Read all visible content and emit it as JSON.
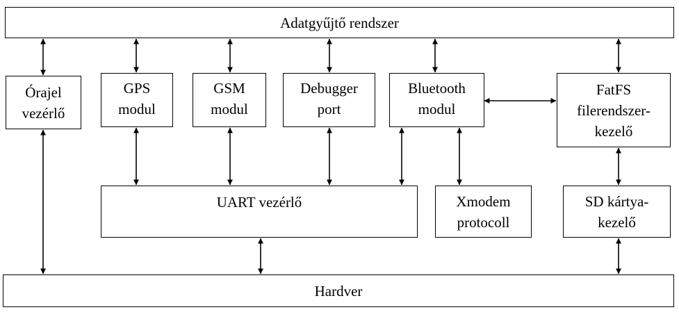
{
  "diagram": {
    "top_bar": {
      "label": "Adatgyűjtő rendszer"
    },
    "bottom_bar": {
      "label": "Hardver"
    },
    "modules": {
      "clock": {
        "lines": [
          "Órajel",
          "vezérlő"
        ]
      },
      "gps": {
        "lines": [
          "GPS",
          "modul"
        ]
      },
      "gsm": {
        "lines": [
          "GSM",
          "modul"
        ]
      },
      "debugger": {
        "lines": [
          "Debugger",
          "port"
        ]
      },
      "bluetooth": {
        "lines": [
          "Bluetooth",
          "modul"
        ]
      },
      "fatfs": {
        "lines": [
          "FatFS",
          "filerendszer-",
          "kezelő"
        ]
      },
      "uart": {
        "lines": [
          "UART vezérlő"
        ]
      },
      "xmodem": {
        "lines": [
          "Xmodem",
          "protocoll"
        ]
      },
      "sdcard": {
        "lines": [
          "SD kártya-",
          "kezelő"
        ]
      }
    }
  }
}
